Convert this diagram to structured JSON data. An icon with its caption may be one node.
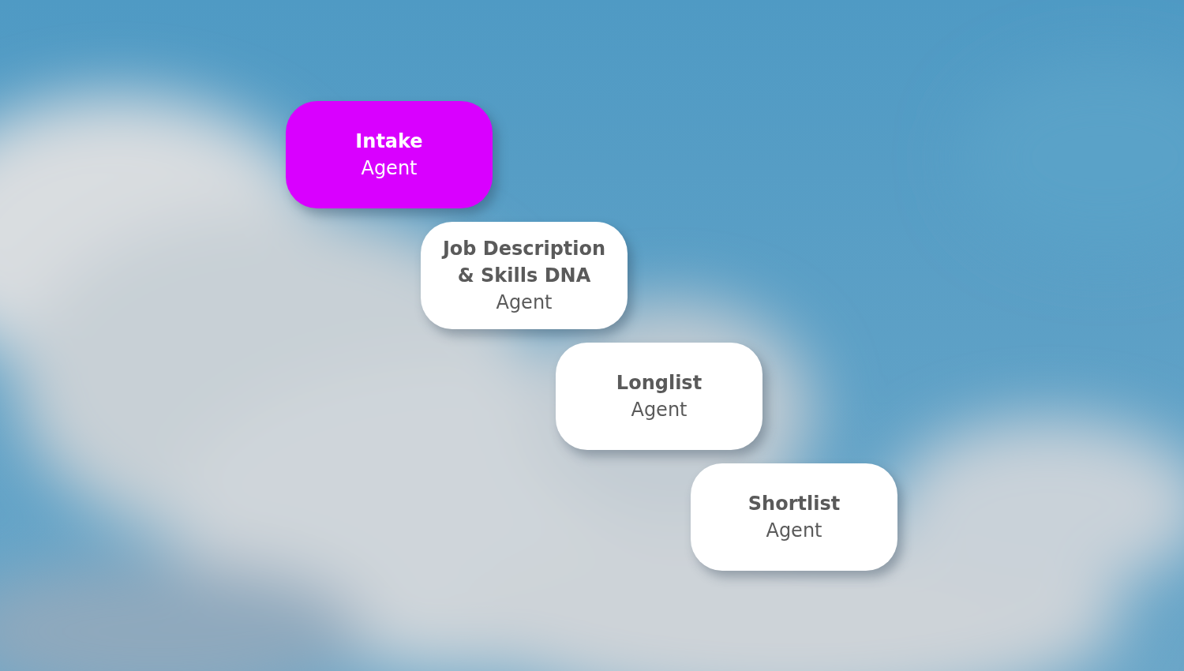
{
  "diagram": {
    "nodes": [
      {
        "text": [
          "Intake",
          "Agent"
        ]
      },
      {
        "text": [
          "Job Description & Skills DNA",
          "Agent"
        ]
      },
      {
        "text": [
          "Longlist",
          "Agent"
        ]
      },
      {
        "text": [
          "Shortlist",
          "Agent"
        ]
      }
    ]
  }
}
